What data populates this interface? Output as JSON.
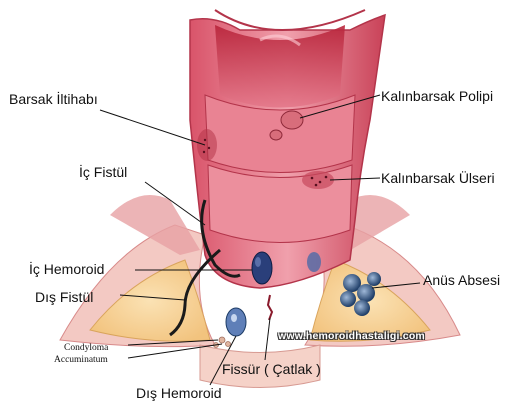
{
  "labels": {
    "barsak_iltihabi": "Barsak İltihabı",
    "ic_fistul": "İç Fistül",
    "ic_hemoroid": "İç Hemoroid",
    "dis_fistul": "Dış Fistül",
    "condyloma_line1": "Condyloma",
    "condyloma_line2": "Accuminatum",
    "dis_hemoroid": "Dış Hemoroid",
    "fissur": "Fissür ( Çatlak )",
    "anus_absesi": "Anüs Absesi",
    "kalinbarsak_ulseri": "Kalınbarsak Ülseri",
    "kalinbarsak_polipi": "Kalınbarsak Polipi"
  },
  "watermark": "www.hemoroidhastaligi.com"
}
